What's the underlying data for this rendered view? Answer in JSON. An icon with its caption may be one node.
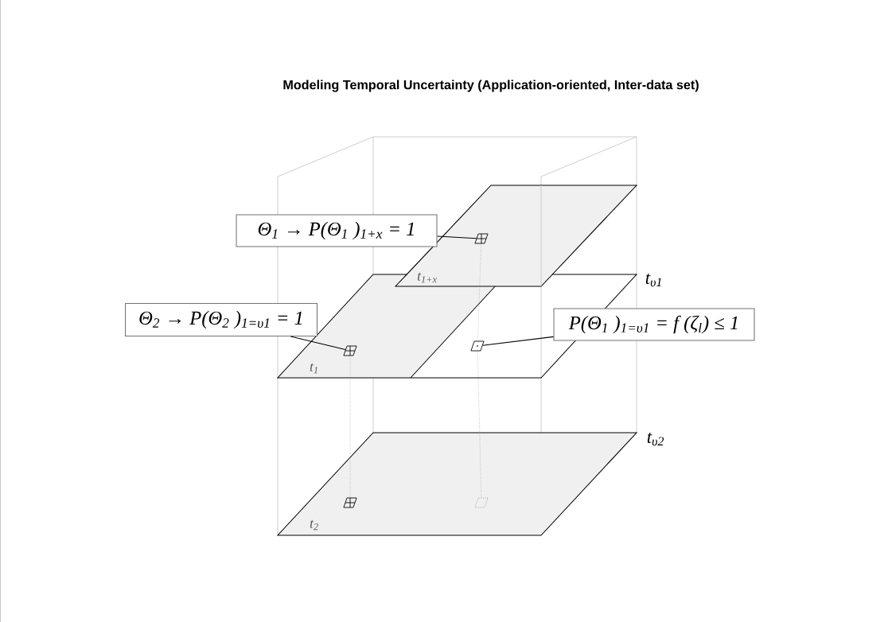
{
  "diagram": {
    "title": "Modeling Temporal Uncertainty (Application-oriented, Inter-data set)",
    "nodes": [
      {
        "text": [
          "t$_{1+x}$"
        ]
      },
      {
        "text": [
          "Θ$_{1}$ → P(Θ$_{1}$ )$_{1+x}$ = 1"
        ]
      },
      {
        "text": [],
        "shape": "box",
        "in": 0
      },
      {
        "text": [
          "Θ$_{2}$ → P(Θ$_{2}$ )$_{1=υ1}$ = 1"
        ]
      },
      {
        "text": [
          "t$_{1}$",
          "t$_{υ1}$"
        ]
      },
      {
        "text": [],
        "shape": "box",
        "in": 4
      },
      {
        "text": [],
        "shape": "box",
        "in": 4
      },
      {
        "text": [
          "P(Θ$_{1}$ )$_{1=υ1}$ = f (ζ$_{l}$) ≤ 1"
        ]
      },
      {
        "text": [
          "t$_{2}$",
          "t$_{υ2}$"
        ]
      },
      {
        "text": [],
        "shape": "box",
        "in": 8
      },
      {
        "text": [],
        "shape": "box",
        "in": 8
      }
    ],
    "edges": [
      {
        "from": 1,
        "to": 2,
        "arrow": "none"
      },
      {
        "from": 3,
        "to": 5,
        "arrow": "none"
      },
      {
        "from": 7,
        "to": 6,
        "arrow": "none"
      },
      {
        "from": 2,
        "to": 6,
        "arrow": "none",
        "style": "dashed",
        "color": "#8c8c8c"
      },
      {
        "from": 5,
        "to": 9,
        "arrow": "none",
        "style": "dashed",
        "color": "#8c8c8c"
      },
      {
        "from": 6,
        "to": 10,
        "arrow": "none",
        "style": "dashed",
        "color": "#8c8c8c"
      }
    ]
  }
}
